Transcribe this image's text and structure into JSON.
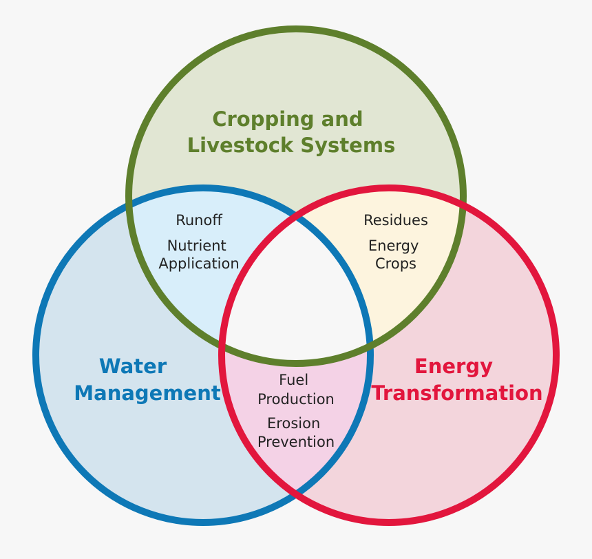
{
  "diagram": {
    "type": "venn",
    "sets": {
      "cropping": {
        "title_lines": [
          "Cropping and",
          "Livestock Systems"
        ],
        "color": "#5e7f2c",
        "fill": "#e1e6d3"
      },
      "water": {
        "title_lines": [
          "Water",
          "Management"
        ],
        "color": "#0e78b6",
        "fill": "#d4e4ee"
      },
      "energy": {
        "title_lines": [
          "Energy",
          "Transformation"
        ],
        "color": "#e2163d",
        "fill": "#f3d5dc"
      }
    },
    "overlaps": {
      "cropping_water": {
        "items": [
          {
            "lines": [
              "Runoff"
            ]
          },
          {
            "lines": [
              "Nutrient",
              "Application"
            ]
          }
        ],
        "fill": "#d8eefa"
      },
      "cropping_energy": {
        "items": [
          {
            "lines": [
              "Residues"
            ]
          },
          {
            "lines": [
              "Energy",
              "Crops"
            ]
          }
        ],
        "fill": "#fdf4de"
      },
      "water_energy": {
        "items": [
          {
            "lines": [
              "Fuel",
              "Production"
            ]
          },
          {
            "lines": [
              "Erosion",
              "Prevention"
            ]
          }
        ],
        "fill": "#f4d2e6"
      },
      "center": {
        "fill": "#f7f7f7"
      }
    }
  }
}
